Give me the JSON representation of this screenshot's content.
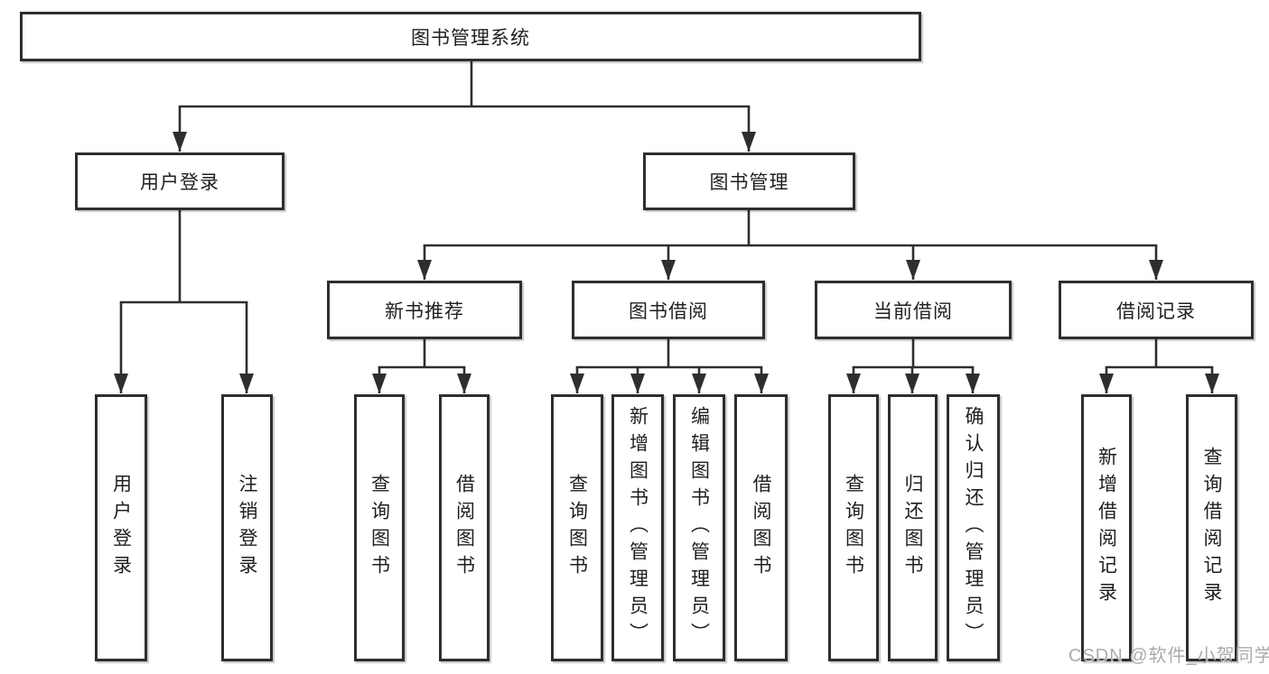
{
  "diagram": {
    "root": {
      "label": "图书管理系统"
    },
    "branches": {
      "user_login": {
        "label": "用户登录",
        "children": [
          "用户登录",
          "注销登录"
        ]
      },
      "book_mgmt": {
        "label": "图书管理",
        "sections": {
          "new_book": {
            "label": "新书推荐",
            "children": [
              "查询图书",
              "借阅图书"
            ]
          },
          "book_borrow": {
            "label": "图书借阅",
            "children": [
              "查询图书",
              "新增图书（管理员）",
              "编辑图书（管理员）",
              "借阅图书"
            ]
          },
          "current_borrow": {
            "label": "当前借阅",
            "children": [
              "查询图书",
              "归还图书",
              "确认归还（管理员）"
            ]
          },
          "borrow_record": {
            "label": "借阅记录",
            "children": [
              "新增借阅记录",
              "查询借阅记录"
            ]
          }
        }
      }
    }
  },
  "watermark": {
    "text": "CSDN @软件_小贺同学"
  },
  "colors": {
    "line": "#2e2e2e",
    "text": "#1f1f1f",
    "box_background": "#ffffff",
    "watermark": "#ababab",
    "page_background": "#ffffff"
  }
}
